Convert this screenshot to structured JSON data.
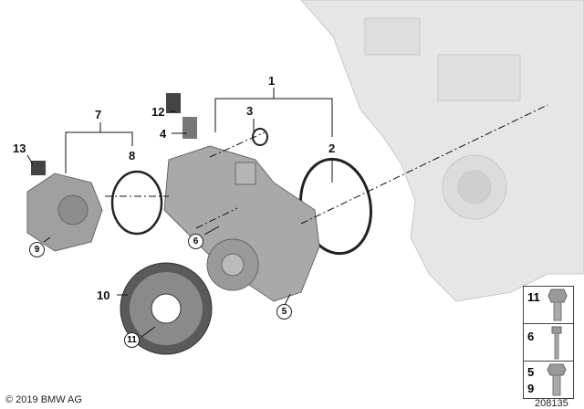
{
  "diagram": {
    "labels": {
      "l1": "1",
      "l2": "2",
      "l3": "3",
      "l4": "4",
      "l5": "5",
      "l6": "6",
      "l7": "7",
      "l8": "8",
      "l9": "9",
      "l10": "10",
      "l11": "11",
      "l12": "12",
      "l13": "13"
    },
    "legend": {
      "row1": "11",
      "row2": "6",
      "row3a": "5",
      "row3b": "9"
    },
    "copyright": "© 2019 BMW AG",
    "image_number": "208135"
  }
}
